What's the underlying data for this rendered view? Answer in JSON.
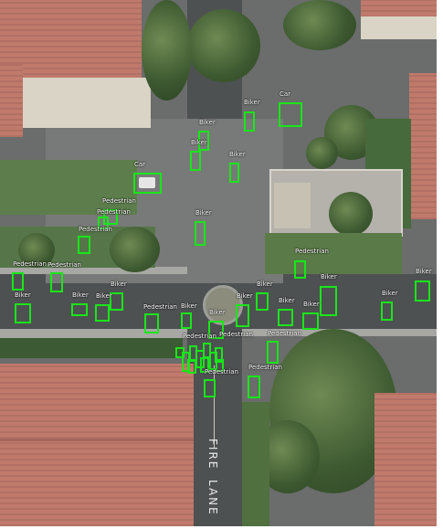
{
  "labels": {
    "biker": "Biker",
    "car": "Car",
    "pedestrian": "Pedestrian",
    "pedestrian_dense": "Pedestrian"
  },
  "road_markings": {
    "fire": "FIRE",
    "lane": "LANE"
  },
  "colors": {
    "box": "#19e619",
    "road": "#4e5152",
    "roof": "#c07a6c",
    "grass": "#5d7e4c"
  }
}
